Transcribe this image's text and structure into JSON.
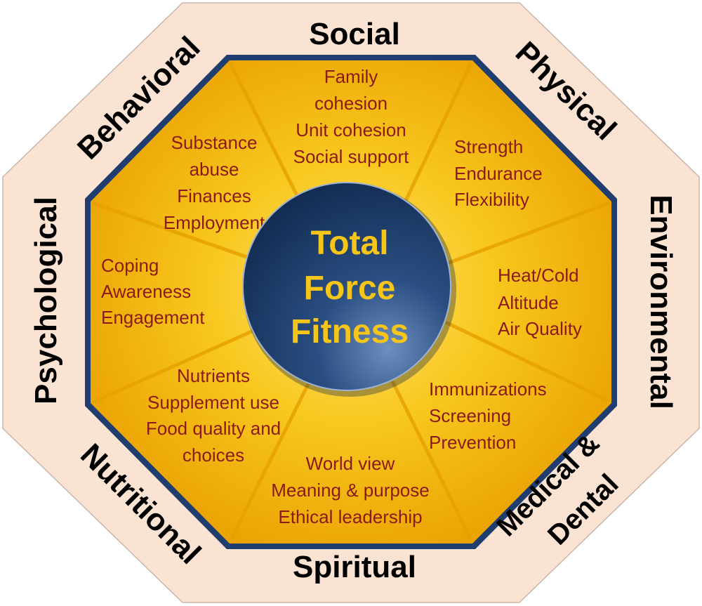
{
  "center": {
    "lines": [
      "Total",
      "Force",
      "Fitness"
    ]
  },
  "domains": {
    "social": "Social",
    "physical": "Physical",
    "environmental": "Environmental",
    "medical_line1": "Medical &",
    "medical_line2": "Dental",
    "spiritual": "Spiritual",
    "nutritional": "Nutritional",
    "psychological": "Psychological",
    "behavioral": "Behavioral"
  },
  "segments": {
    "social": [
      "Family",
      "cohesion",
      "Unit cohesion",
      "Social support"
    ],
    "physical": [
      "Strength",
      "Endurance",
      "Flexibility"
    ],
    "environmental": [
      "Heat/Cold",
      "Altitude",
      "Air Quality"
    ],
    "medical": [
      "Immunizations",
      "Screening",
      "Prevention"
    ],
    "spiritual": [
      "World view",
      "Meaning & purpose",
      "Ethical leadership"
    ],
    "nutritional": [
      "Nutrients",
      "Supplement use",
      "Food quality and",
      "choices"
    ],
    "psychological": [
      "Coping",
      "Awareness",
      "Engagement"
    ],
    "behavioral": [
      "Substance",
      "abuse",
      "Finances",
      "Employment"
    ]
  },
  "colors": {
    "outer_fill": "#FBE3D3",
    "inner_border": "#1F3D6E",
    "inner_gold": "#F5B800",
    "item_text": "#8B1A1A",
    "core_text": "#F5C518",
    "core_fill": "#1B3A66"
  }
}
